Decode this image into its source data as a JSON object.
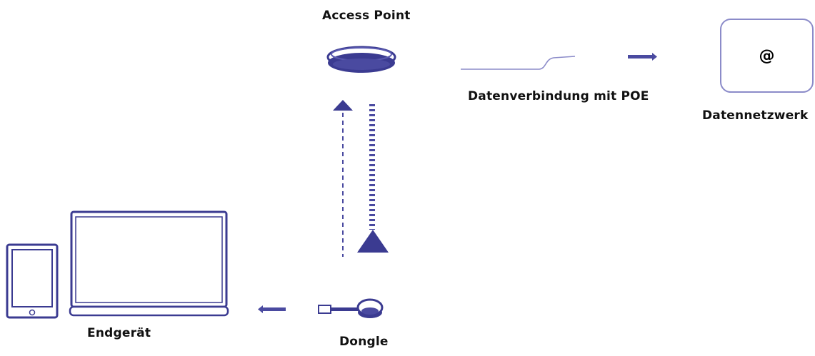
{
  "labels": {
    "access_point": "Access Point",
    "data_connection": "Datenverbindung mit POE",
    "data_network": "Datennetzwerk",
    "end_device": "Endgerät",
    "dongle": "Dongle"
  },
  "network_symbol": "@",
  "colors": {
    "accent": "#4a4aa0",
    "accent_light": "#8b8bc9",
    "accent_dark": "#3b3b91",
    "text": "#111111"
  },
  "icons": [
    "access-point-icon",
    "network-icon",
    "tablet-icon",
    "laptop-icon",
    "dongle-icon"
  ]
}
